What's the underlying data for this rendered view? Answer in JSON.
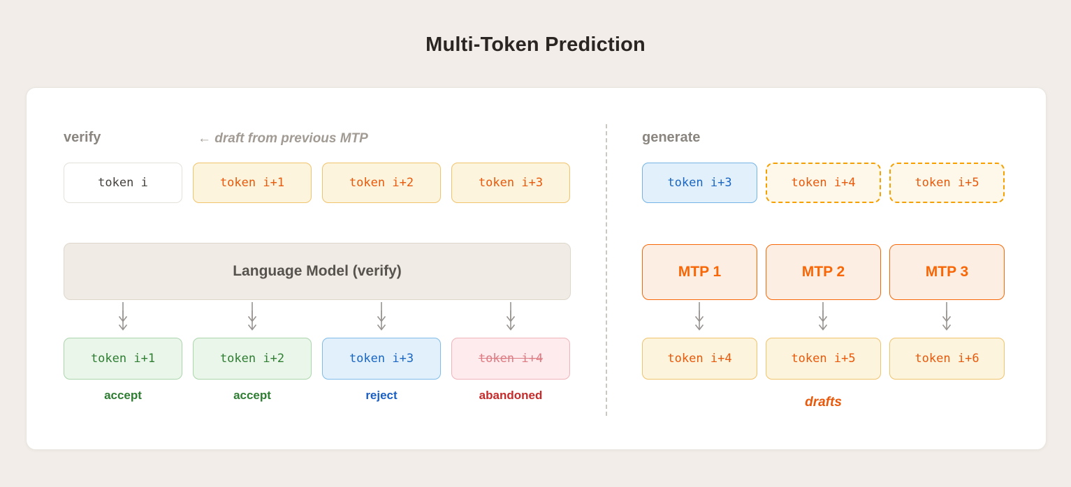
{
  "title": "Multi-Token Prediction",
  "palette": {
    "page_bg": "#f2ede8",
    "card_bg": "#ffffff",
    "accent_orange": "#e8590c",
    "mtp_orange": "#f76707",
    "accept_green": "#2e7d32",
    "reject_blue": "#1a66c2",
    "abandon_red": "#c62b2b",
    "muted_gray": "#8a857f"
  },
  "verify": {
    "label": "verify",
    "note": "← draft from previous MTP",
    "input_tokens": [
      {
        "label": "token i"
      },
      {
        "label": "token i+1"
      },
      {
        "label": "token i+2"
      },
      {
        "label": "token i+3"
      }
    ],
    "model_label": "Language Model (verify)",
    "output_tokens": [
      {
        "label": "token i+1",
        "verdict": "accept"
      },
      {
        "label": "token i+2",
        "verdict": "accept"
      },
      {
        "label": "token i+3",
        "verdict": "reject"
      },
      {
        "label": "token i+4",
        "verdict": "abandoned"
      }
    ]
  },
  "generate": {
    "label": "generate",
    "input_tokens": [
      {
        "label": "token i+3"
      },
      {
        "label": "token i+4"
      },
      {
        "label": "token i+5"
      }
    ],
    "mtp_modules": [
      {
        "label": "MTP 1"
      },
      {
        "label": "MTP 2"
      },
      {
        "label": "MTP 3"
      }
    ],
    "output_tokens": [
      {
        "label": "token i+4"
      },
      {
        "label": "token i+5"
      },
      {
        "label": "token i+6"
      }
    ],
    "drafts_label": "drafts"
  }
}
